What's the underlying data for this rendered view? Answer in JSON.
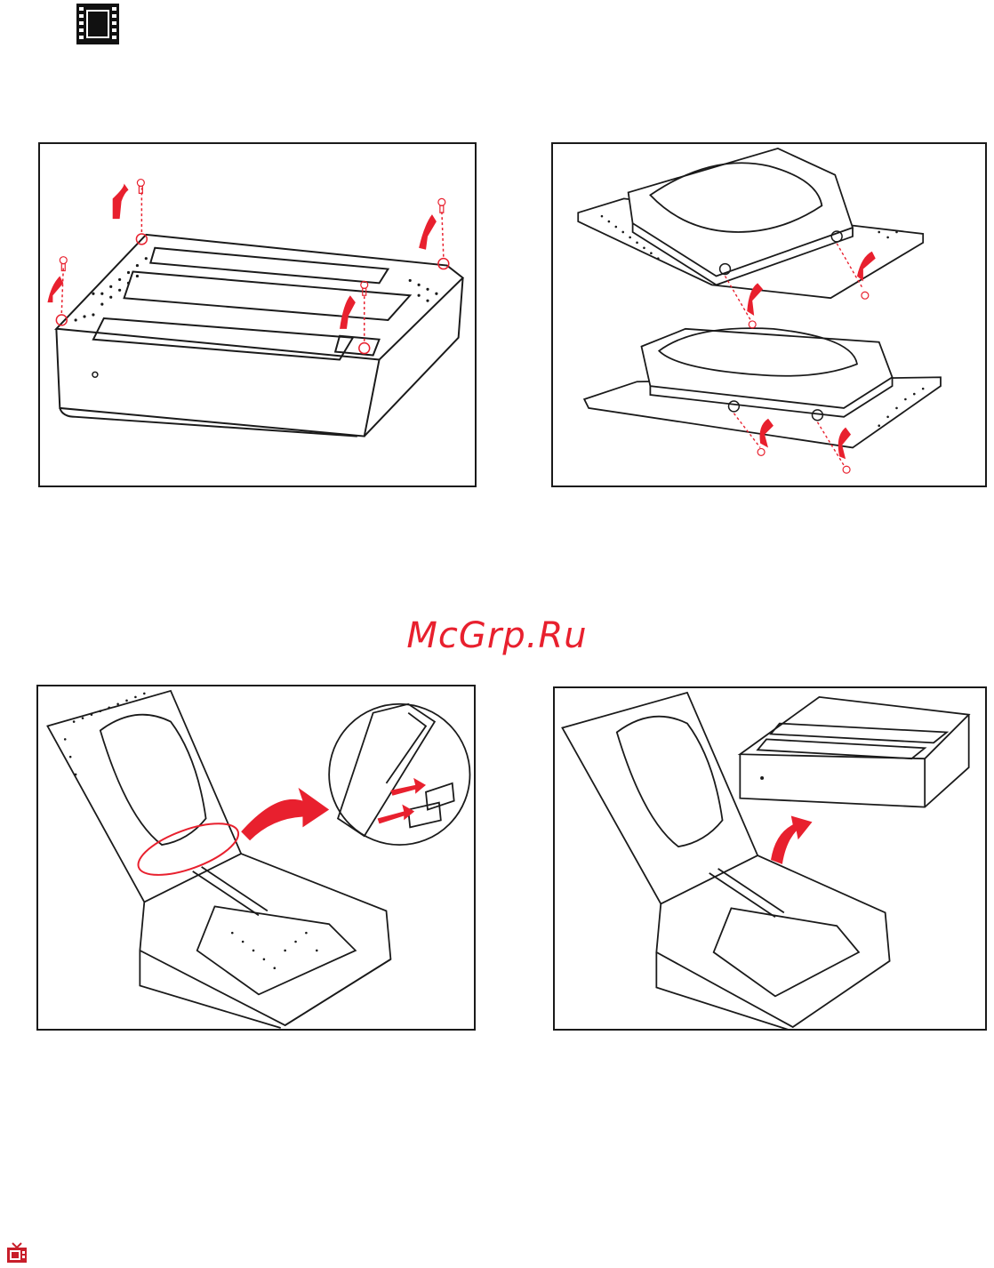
{
  "watermark": {
    "text": "McGrp.Ru"
  },
  "icons": {
    "header": "film-strip-icon",
    "footer": "tv-icon"
  },
  "figures": [
    {
      "id": "fig1",
      "subject": "remove-top-cover-screws"
    },
    {
      "id": "fig2",
      "subject": "mount-hard-drive-to-tray"
    },
    {
      "id": "fig3",
      "subject": "connect-sata-cables"
    },
    {
      "id": "fig4",
      "subject": "replace-top-cover"
    }
  ],
  "colors": {
    "accent": "#e8202e",
    "line": "#1a1a1a"
  }
}
